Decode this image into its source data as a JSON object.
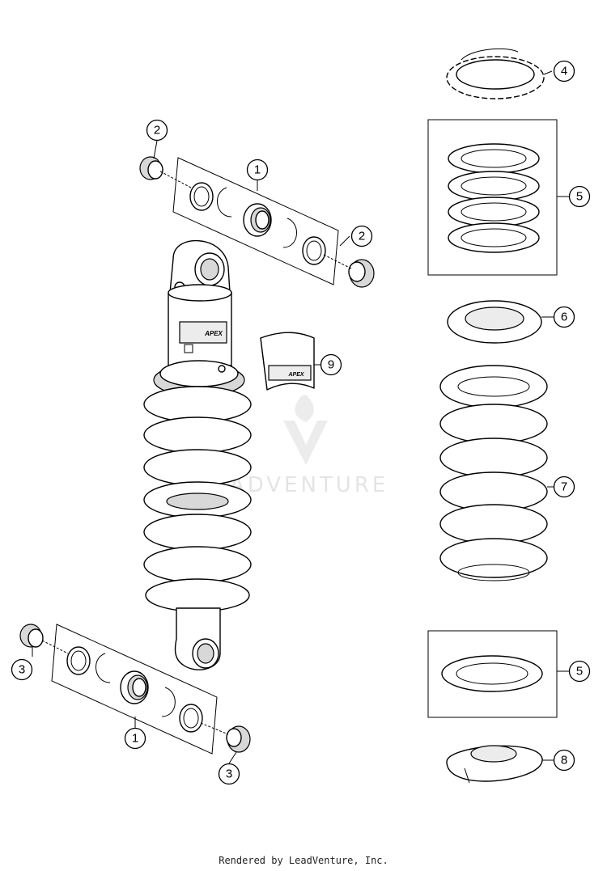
{
  "callouts": [
    {
      "label": "1"
    },
    {
      "label": "1"
    },
    {
      "label": "2"
    },
    {
      "label": "2"
    },
    {
      "label": "3"
    },
    {
      "label": "3"
    },
    {
      "label": "4"
    },
    {
      "label": "5"
    },
    {
      "label": "5"
    },
    {
      "label": "6"
    },
    {
      "label": "7"
    },
    {
      "label": "8"
    },
    {
      "label": "9"
    }
  ],
  "shock_label": "APEX",
  "sleeve_label": "APEX",
  "watermark": "LEADVENTURE",
  "footer": "Rendered by LeadVenture, Inc."
}
